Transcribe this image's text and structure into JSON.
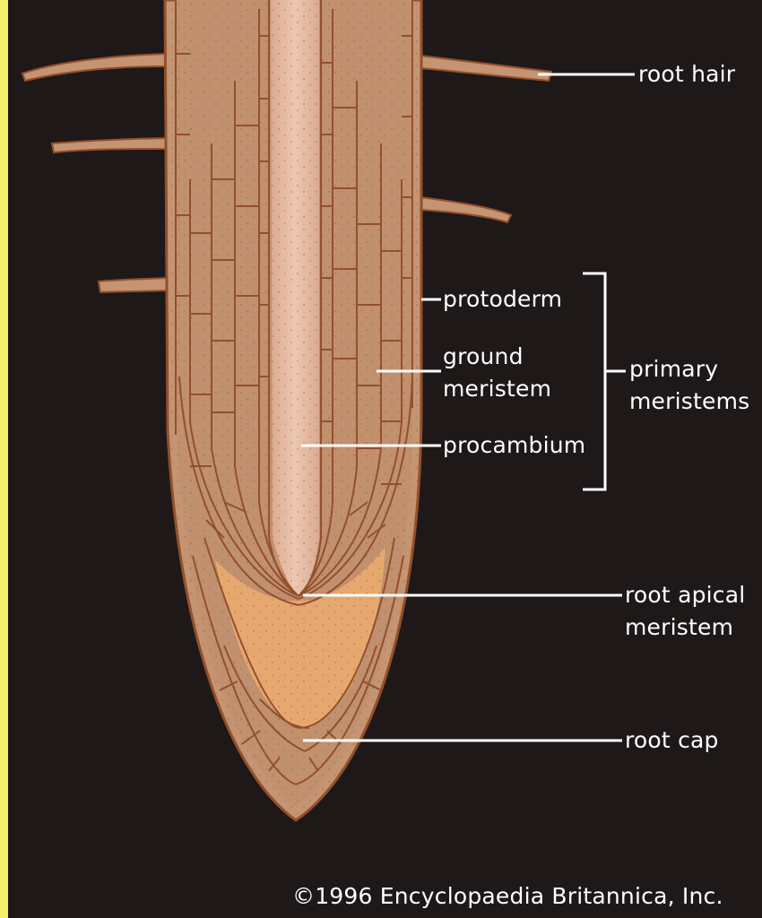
{
  "labels": {
    "root_hair": "root hair",
    "protoderm": "protoderm",
    "ground_meristem_1": "ground",
    "ground_meristem_2": "meristem",
    "procambium": "procambium",
    "primary_meristems_1": "primary",
    "primary_meristems_2": "meristems",
    "root_apical_meristem_1": "root apical",
    "root_apical_meristem_2": "meristem",
    "root_cap": "root cap"
  },
  "copyright": "©1996 Encyclopaedia Britannica, Inc.",
  "colors": {
    "background": "#1e1918",
    "root_tissue": "#c59472",
    "vascular_core": "#e2b8a0",
    "root_cap_zone": "#e7a870",
    "cell_walls": "#93502c",
    "label_text": "#ffffff",
    "left_edge_stripe": "#f3ef6a"
  }
}
